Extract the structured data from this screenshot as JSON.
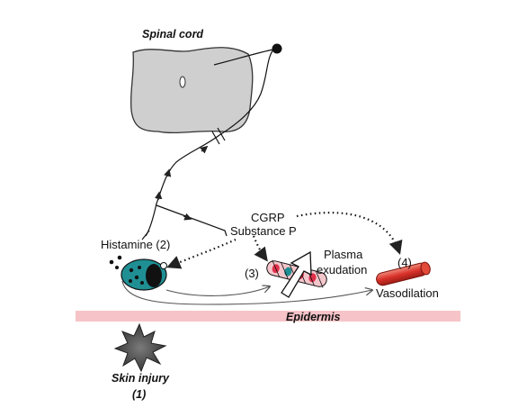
{
  "labels": {
    "spinal_cord": "Spinal cord",
    "cgrp": "CGRP",
    "substance_p": "Substance P",
    "histamine": "Histamine (2)",
    "plasma": "Plasma",
    "exudation": "exudation",
    "step3": "(3)",
    "step4": "(4)",
    "vasodilation": "Vasodilation",
    "epidermis": "Epidermis",
    "skin_injury": "Skin injury",
    "step1": "(1)"
  },
  "colors": {
    "spinal_cord_fill": "#cfcfcf",
    "epidermis_band": "#f6c4c8",
    "mast_cell": "#1f8f94",
    "vessel_red": "#d9322a",
    "injury_gray": "#4a4a4a"
  },
  "icons": [
    "neuron-soma-icon",
    "mast-cell-icon",
    "blood-vessel-icon",
    "skin-injury-burst-icon",
    "plasma-exudation-arrow-icon"
  ]
}
